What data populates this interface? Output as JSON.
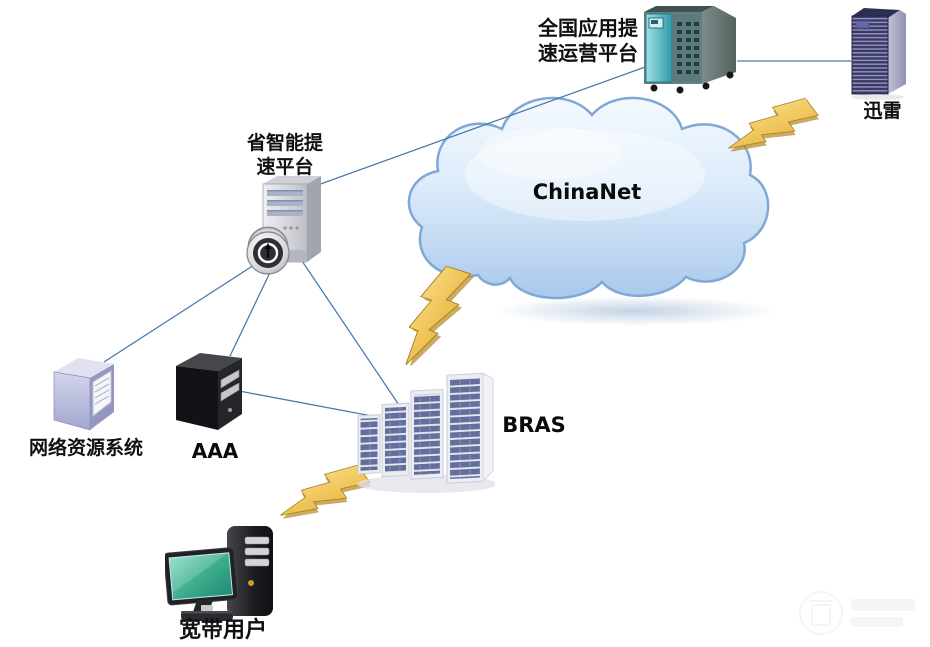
{
  "diagram": {
    "cloud_label": "ChinaNet",
    "nodes": {
      "national_platform": {
        "label_line1": "全国应用提",
        "label_line2": "速运营平台"
      },
      "xunlei": {
        "label": "迅雷"
      },
      "provincial_platform": {
        "label_line1": "省智能提",
        "label_line2": "速平台"
      },
      "network_resource": {
        "label": "网络资源系统"
      },
      "aaa": {
        "label": "AAA"
      },
      "bras": {
        "label": "BRAS"
      },
      "broadband_user": {
        "label": "宽带用户"
      }
    },
    "connections": {
      "lines": [
        {
          "from": "provincial_platform",
          "to": "national_platform"
        },
        {
          "from": "national_platform",
          "to": "xunlei"
        },
        {
          "from": "provincial_platform",
          "to": "network_resource"
        },
        {
          "from": "provincial_platform",
          "to": "aaa"
        },
        {
          "from": "provincial_platform",
          "to": "bras"
        },
        {
          "from": "aaa",
          "to": "bras"
        }
      ],
      "lightning_links": [
        {
          "from": "chinanet_cloud",
          "to": "bras"
        },
        {
          "from": "chinanet_cloud",
          "to": "xunlei"
        },
        {
          "from": "bras",
          "to": "broadband_user"
        }
      ]
    },
    "colors": {
      "connection_line": "#4d7aad",
      "lightning_gold": "#e8b84b",
      "cloud_fill_top": "#f4f9fe",
      "cloud_fill_bottom": "#a9c8ec",
      "cloud_stroke": "#7fa8d8",
      "label_text": "#101010"
    }
  }
}
